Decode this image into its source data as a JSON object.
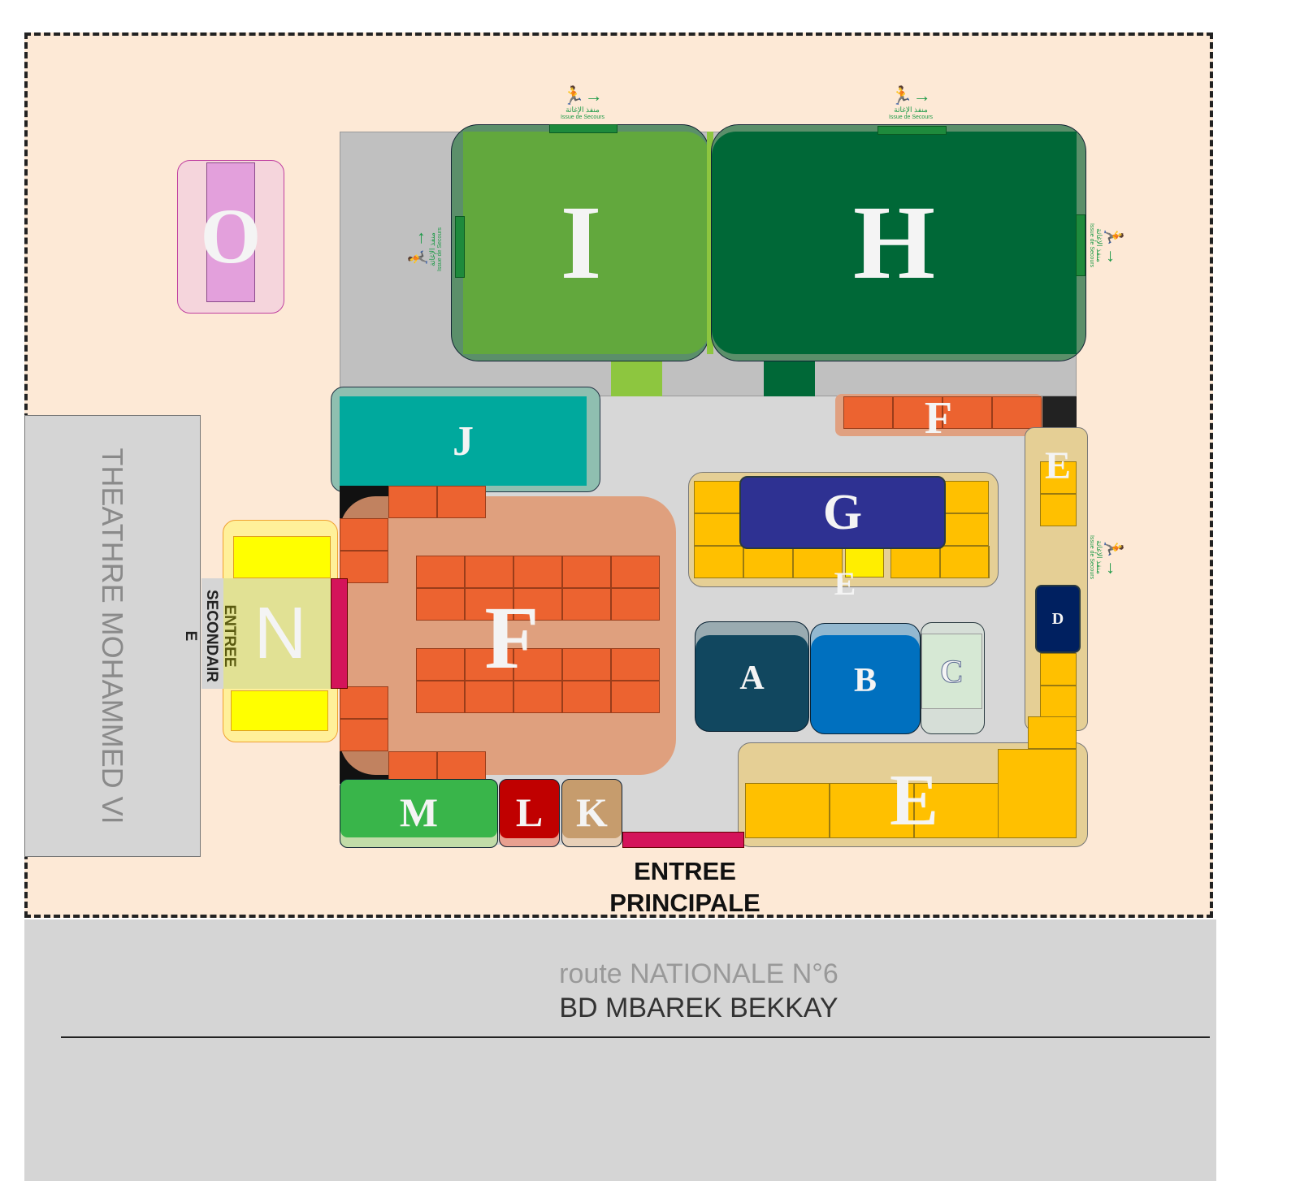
{
  "map": {
    "zones": {
      "I": "I",
      "H": "H",
      "O": "O",
      "J": "J",
      "F_top": "F",
      "F_main": "F",
      "N": "N",
      "G": "G",
      "E_g": "E",
      "A": "A",
      "B": "B",
      "C": "C",
      "D": "D",
      "E_right": "E",
      "E_bottom": "E",
      "M": "M",
      "L": "L",
      "K": "K"
    },
    "theatre": "THEATHRE MOHAMMED VI",
    "secondary_entrance": {
      "line1": "ENTREE",
      "line2": "SECONDAIR",
      "line3": "E"
    },
    "main_entrance": {
      "line1": "ENTREE",
      "line2": "PRINCIPALE"
    },
    "road": {
      "line1": "route NATIONALE N°6",
      "line2": "BD MBAREK BEKKAY"
    },
    "exit_sign": {
      "icon": "running-man-exit-icon",
      "arabic": "منفذ الإغاثة",
      "french": "Issue de Secours"
    }
  },
  "colors": {
    "site": "#fde9d6",
    "road": "#d5d5d5",
    "I": "#62a83d",
    "H": "#006837",
    "J": "#00a99d",
    "F": "#ec6330",
    "G": "#2e3192",
    "E": "#ffc000"
  }
}
